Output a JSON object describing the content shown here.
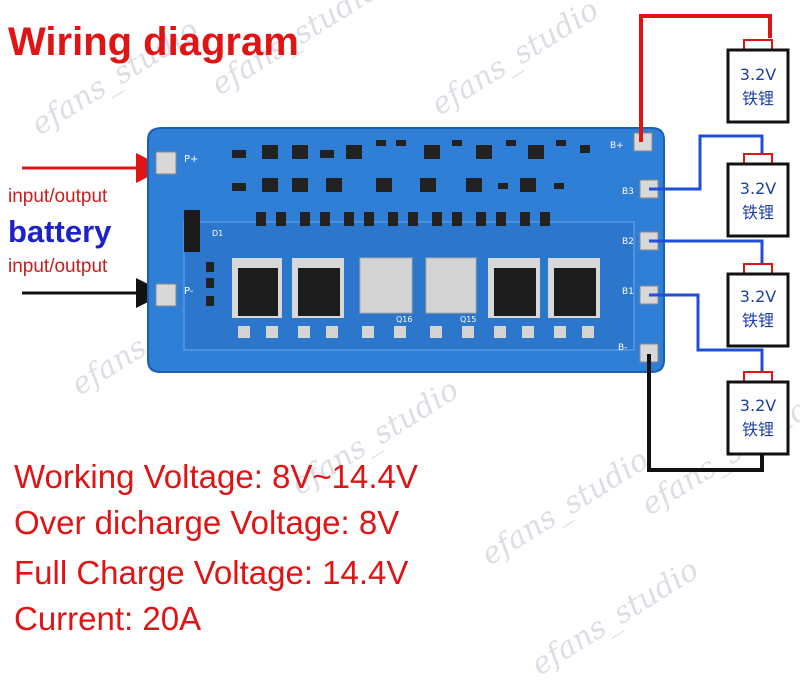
{
  "title": "Wiring diagram",
  "left_labels": {
    "top_io": "input/output",
    "battery": "battery",
    "bottom_io": "input/output"
  },
  "board": {
    "p_plus": "P+",
    "p_minus": "P-",
    "b_plus": "B+",
    "b3": "B3",
    "b2": "B2",
    "b1": "B1",
    "b_minus": "B-",
    "q16": "Q16",
    "q15": "Q15",
    "d1": "D1"
  },
  "cells": [
    {
      "voltage": "3.2V",
      "chem": "铁锂"
    },
    {
      "voltage": "3.2V",
      "chem": "铁锂"
    },
    {
      "voltage": "3.2V",
      "chem": "铁锂"
    },
    {
      "voltage": "3.2V",
      "chem": "铁锂"
    }
  ],
  "specs": [
    "Working Voltage: 8V~14.4V",
    "Over dicharge Voltage: 8V",
    "Full Charge Voltage: 14.4V",
    "Current: 20A"
  ],
  "watermark": "efans_studio",
  "colors": {
    "title": "#e01414",
    "battery_label": "#1c22c8",
    "board": "#2f7fd6",
    "positive_wire": "#e01414",
    "negative_wire": "#111111",
    "balance_wire": "#1e4fd6",
    "input_arrow": "#e01414",
    "output_arrow": "#111111"
  }
}
